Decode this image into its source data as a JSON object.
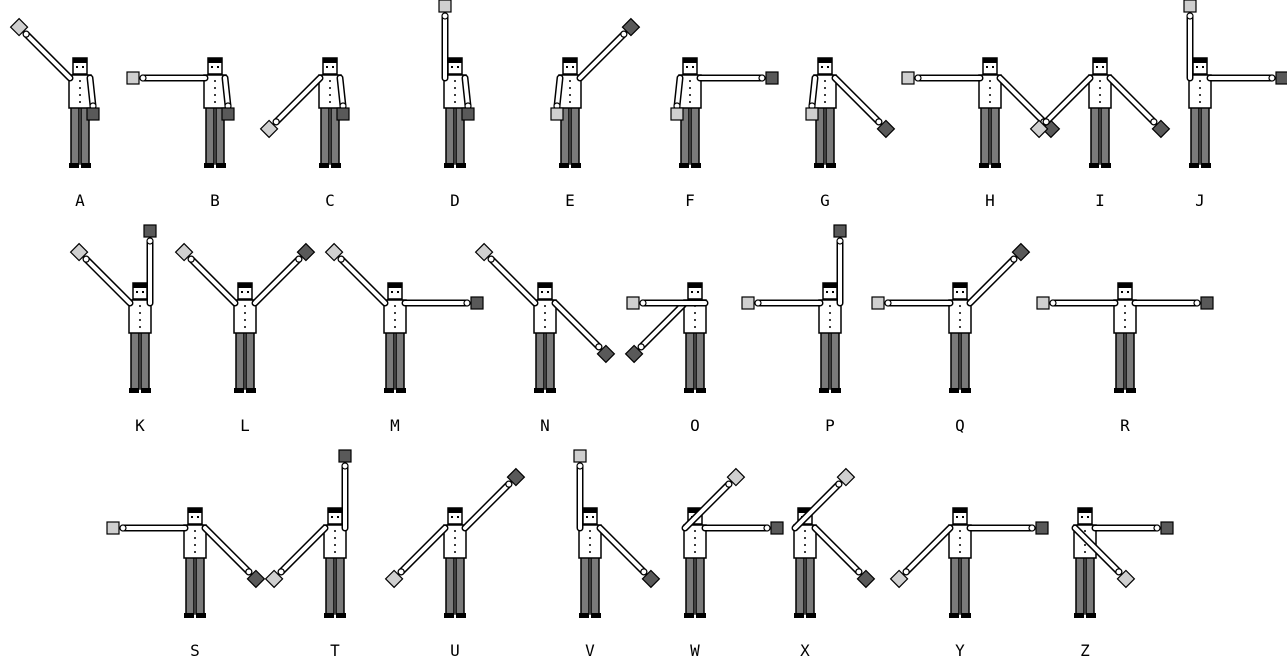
{
  "chart_data": {
    "type": "diagram",
    "title": "",
    "letters": [
      "A",
      "B",
      "C",
      "D",
      "E",
      "F",
      "G",
      "H",
      "I",
      "J",
      "K",
      "L",
      "M",
      "N",
      "O",
      "P",
      "Q",
      "R",
      "S",
      "T",
      "U",
      "V",
      "W",
      "X",
      "Y",
      "Z"
    ]
  },
  "colors": {
    "background": "#ffffff",
    "outline": "#000000",
    "shirt": "#ffffff",
    "trousers": "#7a7a7a",
    "flag_light": "#cfcfcf",
    "flag_dark": "#595959"
  },
  "icons": {
    "figure": "semaphore-signaller-icon",
    "flag": "semaphore-flag-icon"
  }
}
